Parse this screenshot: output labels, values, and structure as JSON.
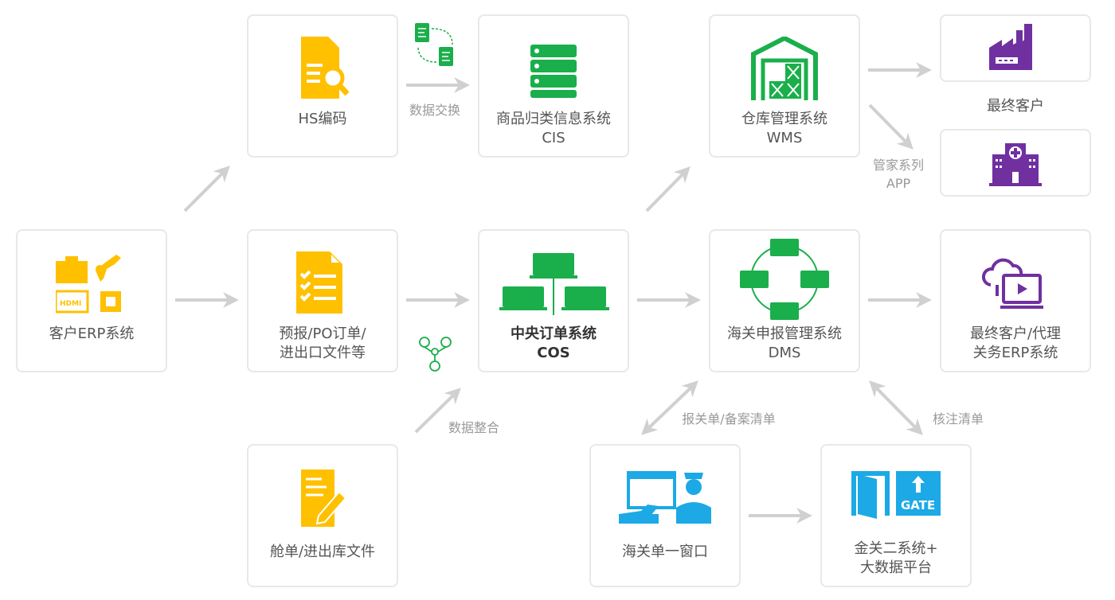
{
  "colors": {
    "yellow": "#FFC000",
    "green": "#1AAF4B",
    "purple": "#7030A0",
    "blue": "#1CA9E6",
    "arrow": "#D0D0D0"
  },
  "nodes": {
    "erp": {
      "label": "客户ERP系统",
      "icon": "erp-devices-icon"
    },
    "hs": {
      "label": "HS编码",
      "icon": "document-search-icon"
    },
    "pre": {
      "line1": "预报/PO订单/",
      "line2": "进出口文件等",
      "icon": "checklist-icon"
    },
    "cabin": {
      "label": "舱单/进出库文件",
      "icon": "document-edit-icon"
    },
    "cis": {
      "line1": "商品归类信息系统",
      "line2": "CIS",
      "icon": "database-server-icon"
    },
    "cos": {
      "line1": "中央订单系统",
      "line2": "COS",
      "icon": "computer-network-icon"
    },
    "wms": {
      "line1": "仓库管理系统",
      "line2": "WMS",
      "icon": "warehouse-icon"
    },
    "dms": {
      "line1": "海关申报管理系统",
      "line2": "DMS",
      "icon": "network-ring-icon"
    },
    "final_customer": {
      "label": "最终客户",
      "icon": "factory-icon"
    },
    "hospital": {
      "icon": "hospital-icon"
    },
    "final_agent": {
      "line1": "最终客户/代理",
      "line2": "关务ERP系统",
      "icon": "cloud-computer-icon"
    },
    "single_window": {
      "label": "海关单一窗口",
      "icon": "customs-officer-icon"
    },
    "golden": {
      "line1": "金关二系统+",
      "line2": "大数据平台",
      "icon": "gate-icon"
    }
  },
  "edges": {
    "data_exchange": "数据交换",
    "data_integration": "数据整合",
    "app_line1": "管家系列",
    "app_line2": "APP",
    "declaration": "报关单/备案清单",
    "verification": "核注清单"
  }
}
